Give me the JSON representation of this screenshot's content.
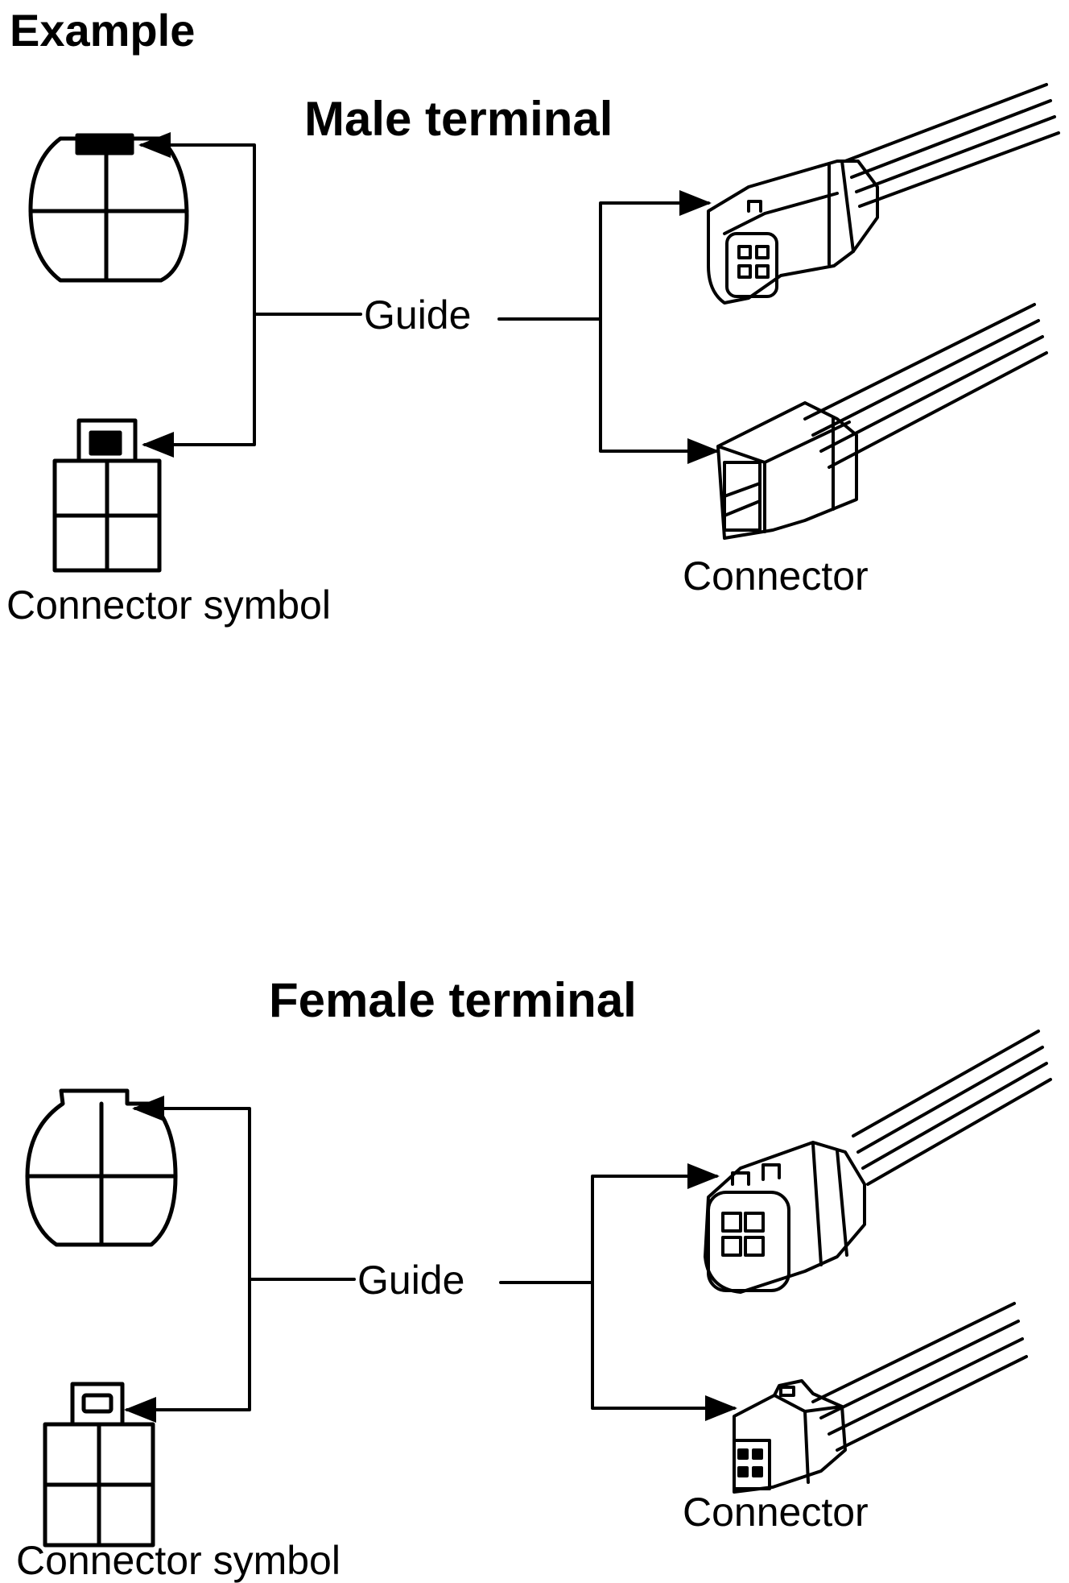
{
  "title": "Example",
  "sections": [
    {
      "heading": "Male terminal",
      "guide_label": "Guide",
      "symbol_caption": "Connector symbol",
      "connector_caption": "Connector"
    },
    {
      "heading": "Female terminal",
      "guide_label": "Guide",
      "symbol_caption": "Connector symbol",
      "connector_caption": "Connector"
    }
  ],
  "colors": {
    "ink": "#000000",
    "paper": "#ffffff"
  }
}
